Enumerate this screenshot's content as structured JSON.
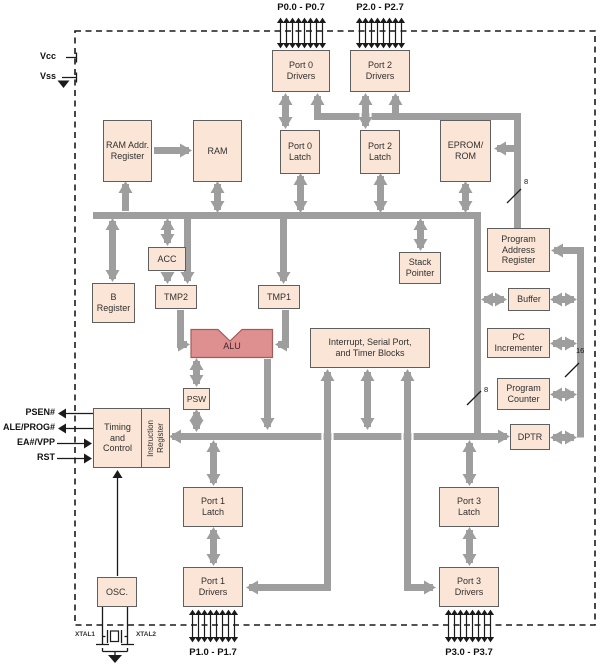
{
  "diagram_type": "8051 microcontroller functional block diagram",
  "colors": {
    "block_fill": "#FBE5D6",
    "block_border": "#5f5f5f",
    "alu_fill": "#DE8F8F",
    "alu_border": "#A05C5C",
    "bus_gray": "#9e9e9e",
    "line_black": "#1a1a1a"
  },
  "ports": {
    "p0": "P0.0 - P0.7",
    "p2": "P2.0 - P2.7",
    "p1": "P1.0 - P1.7",
    "p3": "P3.0 - P3.7"
  },
  "power": {
    "vcc": "Vcc",
    "vss": "Vss"
  },
  "signals": {
    "psen": "PSEN#",
    "ale": "ALE/PROG#",
    "ea": "EA#/VPP",
    "rst": "RST",
    "xtal1": "XTAL1",
    "xtal2": "XTAL2"
  },
  "bus_widths": {
    "prog_addr_8": "8",
    "data_8": "8",
    "pc_16": "16"
  },
  "blocks": {
    "port0_drivers": "Port 0\nDrivers",
    "port2_drivers": "Port 2\nDrivers",
    "ram_addr": "RAM Addr.\nRegister",
    "ram": "RAM",
    "port0_latch": "Port 0\nLatch",
    "port2_latch": "Port 2\nLatch",
    "eprom_rom": "EPROM/\nROM",
    "program_address_register": "Program\nAddress\nRegister",
    "buffer": "Buffer",
    "pc_incrementer": "PC\nIncrementer",
    "program_counter": "Program\nCounter",
    "dptr": "DPTR",
    "stack_pointer": "Stack\nPointer",
    "acc": "ACC",
    "b_register": "B\nRegister",
    "tmp2": "TMP2",
    "tmp1": "TMP1",
    "alu": "ALU",
    "psw": "PSW",
    "interrupt_block": "Interrupt, Serial Port,\nand Timer Blocks",
    "timing_control": "Timing\nand\nControl",
    "instruction_register": "Instruction\nRegister",
    "port1_latch": "Port 1\nLatch",
    "port3_latch": "Port 3\nLatch",
    "port1_drivers": "Port 1\nDrivers",
    "port3_drivers": "Port 3\nDrivers",
    "osc": "OSC."
  }
}
